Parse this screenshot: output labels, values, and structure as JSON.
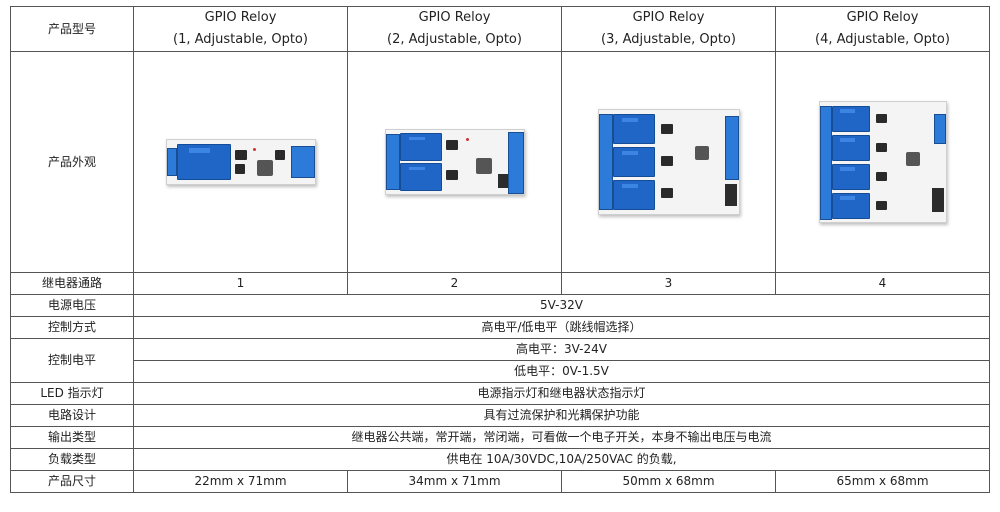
{
  "table": {
    "row_labels": {
      "model": "产品型号",
      "appearance": "产品外观",
      "channels": "继电器通路",
      "supply": "电源电压",
      "control_mode": "控制方式",
      "control_level": "控制电平",
      "led": "LED 指示灯",
      "circuit": "电路设计",
      "output": "输出类型",
      "load": "负载类型",
      "size": "产品尺寸"
    },
    "products": [
      {
        "name": "GPIO Reloy",
        "variant": "(1, Adjustable, Opto)",
        "channels": "1",
        "size": "22mm x 71mm"
      },
      {
        "name": "GPIO Reloy",
        "variant": "(2, Adjustable, Opto)",
        "channels": "2",
        "size": "34mm x 71mm"
      },
      {
        "name": "GPIO Reloy",
        "variant": "(3, Adjustable, Opto)",
        "channels": "3",
        "size": "50mm x 68mm"
      },
      {
        "name": "GPIO Reloy",
        "variant": "(4, Adjustable, Opto)",
        "channels": "4",
        "size": "65mm x 68mm"
      }
    ],
    "shared": {
      "supply": "5V-32V",
      "control_mode": "高电平/低电平（跳线帽选择）",
      "high_level": "高电平：3V-24V",
      "low_level": "低电平：0V-1.5V",
      "led": "电源指示灯和继电器状态指示灯",
      "circuit": "具有过流保护和光耦保护功能",
      "output": "继电器公共端，常开端，常闭端，可看做一个电子开关，本身不输出电压与电流",
      "load": "供电在 10A/30VDC,10A/250VAC 的负载,"
    }
  },
  "colors": {
    "relay_blue": "#1f66c7",
    "board_white": "#f4f4f4",
    "border": "#555555"
  }
}
